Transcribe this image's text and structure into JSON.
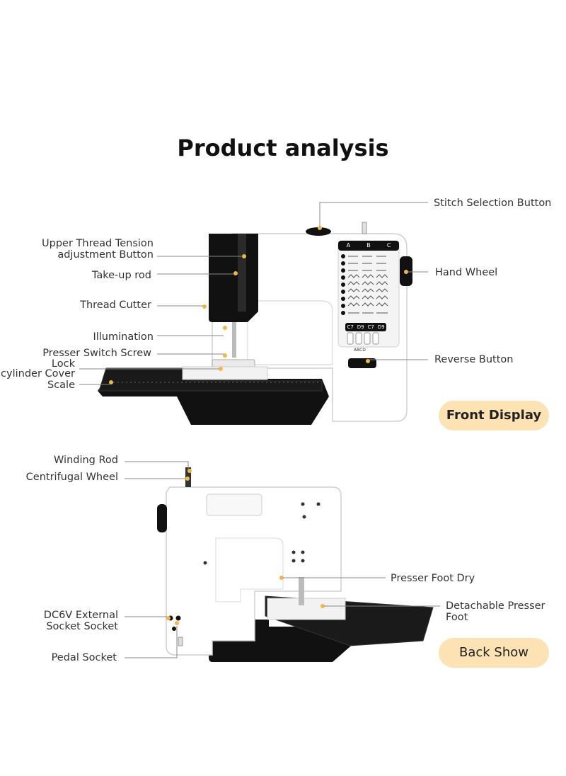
{
  "title": "Product analysis",
  "front": {
    "badge": "Front Display",
    "labels": {
      "stitch_selection": "Stitch Selection Button",
      "upper_thread_1": "Upper Thread Tension",
      "upper_thread_2": "adjustment Button",
      "take_up_rod": "Take-up rod",
      "thread_cutter": "Thread Cutter",
      "illumination": "Illumination",
      "presser_switch_screw": "Presser Switch Screw",
      "lock": "Lock",
      "cylinder_cover": "cylinder Cover",
      "scale": "Scale",
      "hand_wheel": "Hand Wheel",
      "reverse_button": "Reverse Button"
    },
    "panel": {
      "columns": [
        "A",
        "B",
        "C"
      ],
      "codes": [
        "C7",
        "D9",
        "C7",
        "D9"
      ],
      "abcd": "ABCD"
    }
  },
  "back": {
    "badge": "Back Show",
    "labels": {
      "winding_rod": "Winding Rod",
      "centrifugal_wheel": "Centrifugal Wheel",
      "dc6v_1": "DC6V External",
      "dc6v_2": "Socket Socket",
      "pedal_socket": "Pedal Socket",
      "presser_foot_dry": "Presser Foot Dry",
      "detachable_1": "Detachable Presser",
      "detachable_2": "Foot"
    }
  },
  "colors": {
    "badge_bg": "#fde3b3",
    "leader": "#888888",
    "machine_body": "#ffffff",
    "machine_black": "#111111",
    "marker": "#f5b740"
  }
}
